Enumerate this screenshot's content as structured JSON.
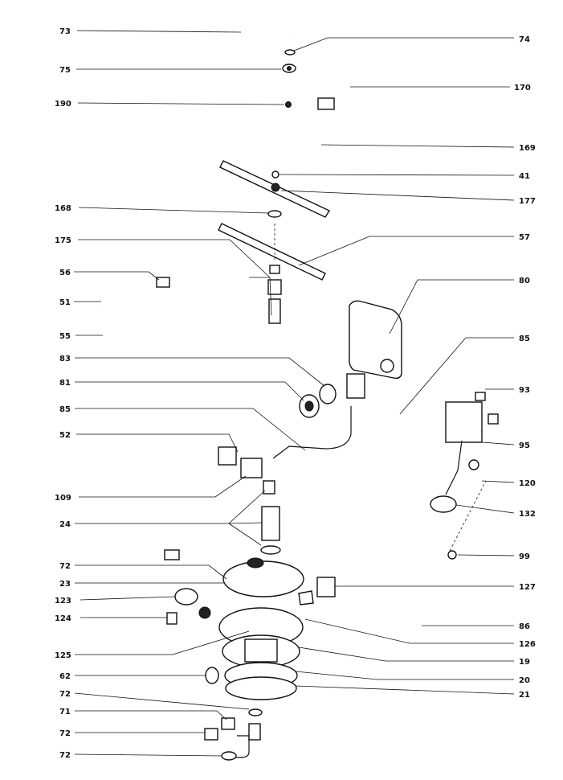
{
  "callouts": [
    {
      "id": "c73",
      "label": "73"
    },
    {
      "id": "c74",
      "label": "74"
    },
    {
      "id": "c75",
      "label": "75"
    },
    {
      "id": "c170",
      "label": "170"
    },
    {
      "id": "c190",
      "label": "190"
    },
    {
      "id": "c169",
      "label": "169"
    },
    {
      "id": "c41",
      "label": "41"
    },
    {
      "id": "c177",
      "label": "177"
    },
    {
      "id": "c168",
      "label": "168"
    },
    {
      "id": "c175",
      "label": "175"
    },
    {
      "id": "c57",
      "label": "57"
    },
    {
      "id": "c56",
      "label": "56"
    },
    {
      "id": "c80",
      "label": "80"
    },
    {
      "id": "c51",
      "label": "51"
    },
    {
      "id": "c55",
      "label": "55"
    },
    {
      "id": "c85r",
      "label": "85"
    },
    {
      "id": "c83",
      "label": "83"
    },
    {
      "id": "c81",
      "label": "81"
    },
    {
      "id": "c93",
      "label": "93"
    },
    {
      "id": "c85l",
      "label": "85"
    },
    {
      "id": "c52",
      "label": "52"
    },
    {
      "id": "c95",
      "label": "95"
    },
    {
      "id": "c120",
      "label": "120"
    },
    {
      "id": "c109",
      "label": "109"
    },
    {
      "id": "c132",
      "label": "132"
    },
    {
      "id": "c24",
      "label": "24"
    },
    {
      "id": "c99",
      "label": "99"
    },
    {
      "id": "c72a",
      "label": "72"
    },
    {
      "id": "c23",
      "label": "23"
    },
    {
      "id": "c127",
      "label": "127"
    },
    {
      "id": "c123",
      "label": "123"
    },
    {
      "id": "c124",
      "label": "124"
    },
    {
      "id": "c86",
      "label": "86"
    },
    {
      "id": "c126",
      "label": "126"
    },
    {
      "id": "c125",
      "label": "125"
    },
    {
      "id": "c19",
      "label": "19"
    },
    {
      "id": "c62",
      "label": "62"
    },
    {
      "id": "c20",
      "label": "20"
    },
    {
      "id": "c72b",
      "label": "72"
    },
    {
      "id": "c21",
      "label": "21"
    },
    {
      "id": "c71",
      "label": "71"
    },
    {
      "id": "c72c",
      "label": "72"
    },
    {
      "id": "c72d",
      "label": "72"
    }
  ]
}
